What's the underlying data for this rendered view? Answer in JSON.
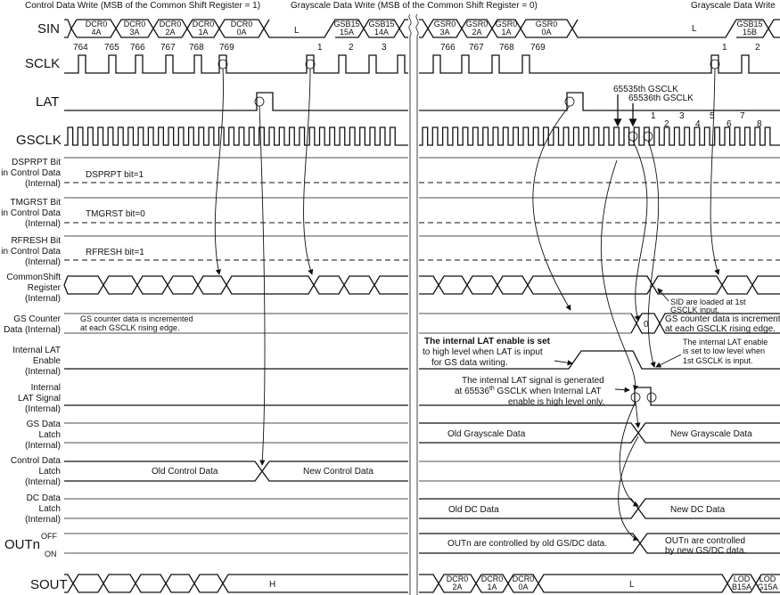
{
  "header": {
    "control_write": "Control Data Write (MSB of the Common Shift Register = 1)",
    "gs_write": "Grayscale Data Write (MSB of the Common Shift Register = 0)",
    "gs_write2": "Grayscale Data Write"
  },
  "signals": {
    "sin": "SIN",
    "sclk": "SCLK",
    "lat": "LAT",
    "gsclk": "GSCLK",
    "dsprpt": [
      "DSPRPT Bit",
      "in Control Data",
      "(Internal)"
    ],
    "tmgrst": [
      "TMGRST Bit",
      "in Control Data",
      "(Internal)"
    ],
    "rfresh": [
      "RFRESH Bit",
      "in Control Data",
      "(Internal)"
    ],
    "csr": [
      "CommonShift",
      "Register",
      "(Internal)"
    ],
    "gscnt": [
      "GS Counter",
      "Data (Internal)"
    ],
    "ilatEn": [
      "Internal LAT",
      "Enable",
      "(Internal)"
    ],
    "ilatSig": [
      "Internal",
      "LAT Signal",
      "(Internal)"
    ],
    "gslatch": [
      "GS Data",
      "Latch",
      "(Internal)"
    ],
    "ctrllatch": [
      "Control Data",
      "Latch",
      "(Internal)"
    ],
    "dclatch": [
      "DC Data",
      "Latch",
      "(Internal)"
    ],
    "outn": "OUTn",
    "off": "OFF",
    "on": "ON",
    "sout": "SOUT"
  },
  "sin_cells": [
    [
      "DCR0",
      "4A"
    ],
    [
      "DCR0",
      "3A"
    ],
    [
      "DCR0",
      "2A"
    ],
    [
      "DCR0",
      "1A"
    ],
    [
      "DCR0",
      "0A"
    ],
    [
      "GSB15",
      "15A"
    ],
    [
      "GSB15",
      "14A"
    ],
    [
      "GSR0",
      "3A"
    ],
    [
      "GSR0",
      "2A"
    ],
    [
      "GSR0",
      "1A"
    ],
    [
      "GSR0",
      "0A"
    ],
    [
      "GSB15",
      "15B"
    ]
  ],
  "levels": {
    "low": "L",
    "high": "H"
  },
  "sclk_counts": [
    "764",
    "765",
    "766",
    "767",
    "768",
    "769",
    "1",
    "2",
    "3",
    "766",
    "767",
    "768",
    "769",
    "1",
    "2"
  ],
  "gsclk_marks": {
    "c65535": "65535th GSCLK",
    "c65536": "65536th GSCLK",
    "n": [
      "1",
      "2",
      "3",
      "4",
      "5",
      "6",
      "7",
      "8"
    ]
  },
  "bits": {
    "dsprpt": "DSPRPT bit=1",
    "tmgrst": "TMGRST bit=0",
    "rfresh": "RFRESH bit=1"
  },
  "notes": {
    "sid_loaded": [
      "SID are loaded at 1st",
      "GSCLK input."
    ],
    "gs_inc_left": [
      "GS counter data is incremented",
      "at each GSCLK rising edge."
    ],
    "gs_inc_right": [
      "GS counter data is incremented",
      "at each GSCLK rising edge."
    ],
    "zero": "0",
    "enable_high": [
      "The internal LAT enable is set",
      "to high level when LAT is input",
      "for GS data writing."
    ],
    "enable_low": [
      "The internal LAT enable",
      "is set to low level when",
      "1st GSCLK is input."
    ],
    "lat_gen": [
      "The internal LAT signal is generated",
      "at 65536",
      "th",
      " GSCLK when Internal LAT",
      "enable is high level only."
    ],
    "old_gs": "Old Grayscale Data",
    "new_gs": "New Grayscale Data",
    "old_ctrl": "Old Control Data",
    "new_ctrl": "New Control Data",
    "old_dc": "Old DC Data",
    "new_dc": "New DC Data",
    "out_old": "OUTn are controlled by old GS/DC data.",
    "out_new": [
      "OUTn are controlled",
      "by new GS/DC data."
    ]
  },
  "sout_cells": [
    [
      "DCR0",
      "2A"
    ],
    [
      "DCR0",
      "1A"
    ],
    [
      "DCR0",
      "0A"
    ],
    [
      "LOD",
      "B15A"
    ],
    [
      "LOD",
      "G15A"
    ]
  ]
}
